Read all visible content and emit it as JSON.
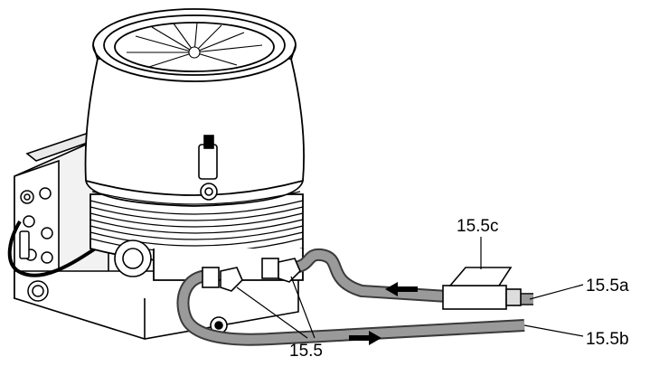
{
  "figure": {
    "callouts": {
      "c": "15.5c",
      "a": "15.5a",
      "b": "15.5b",
      "main": "15.5"
    },
    "icons": [
      "flow-arrow-left-icon",
      "flow-arrow-right-icon"
    ],
    "colors": {
      "line": "#000000",
      "hose": "#9a9a9a",
      "hose_edge": "#3a3a3a",
      "body": "#ffffff",
      "shade": "#e6e6e6"
    }
  }
}
